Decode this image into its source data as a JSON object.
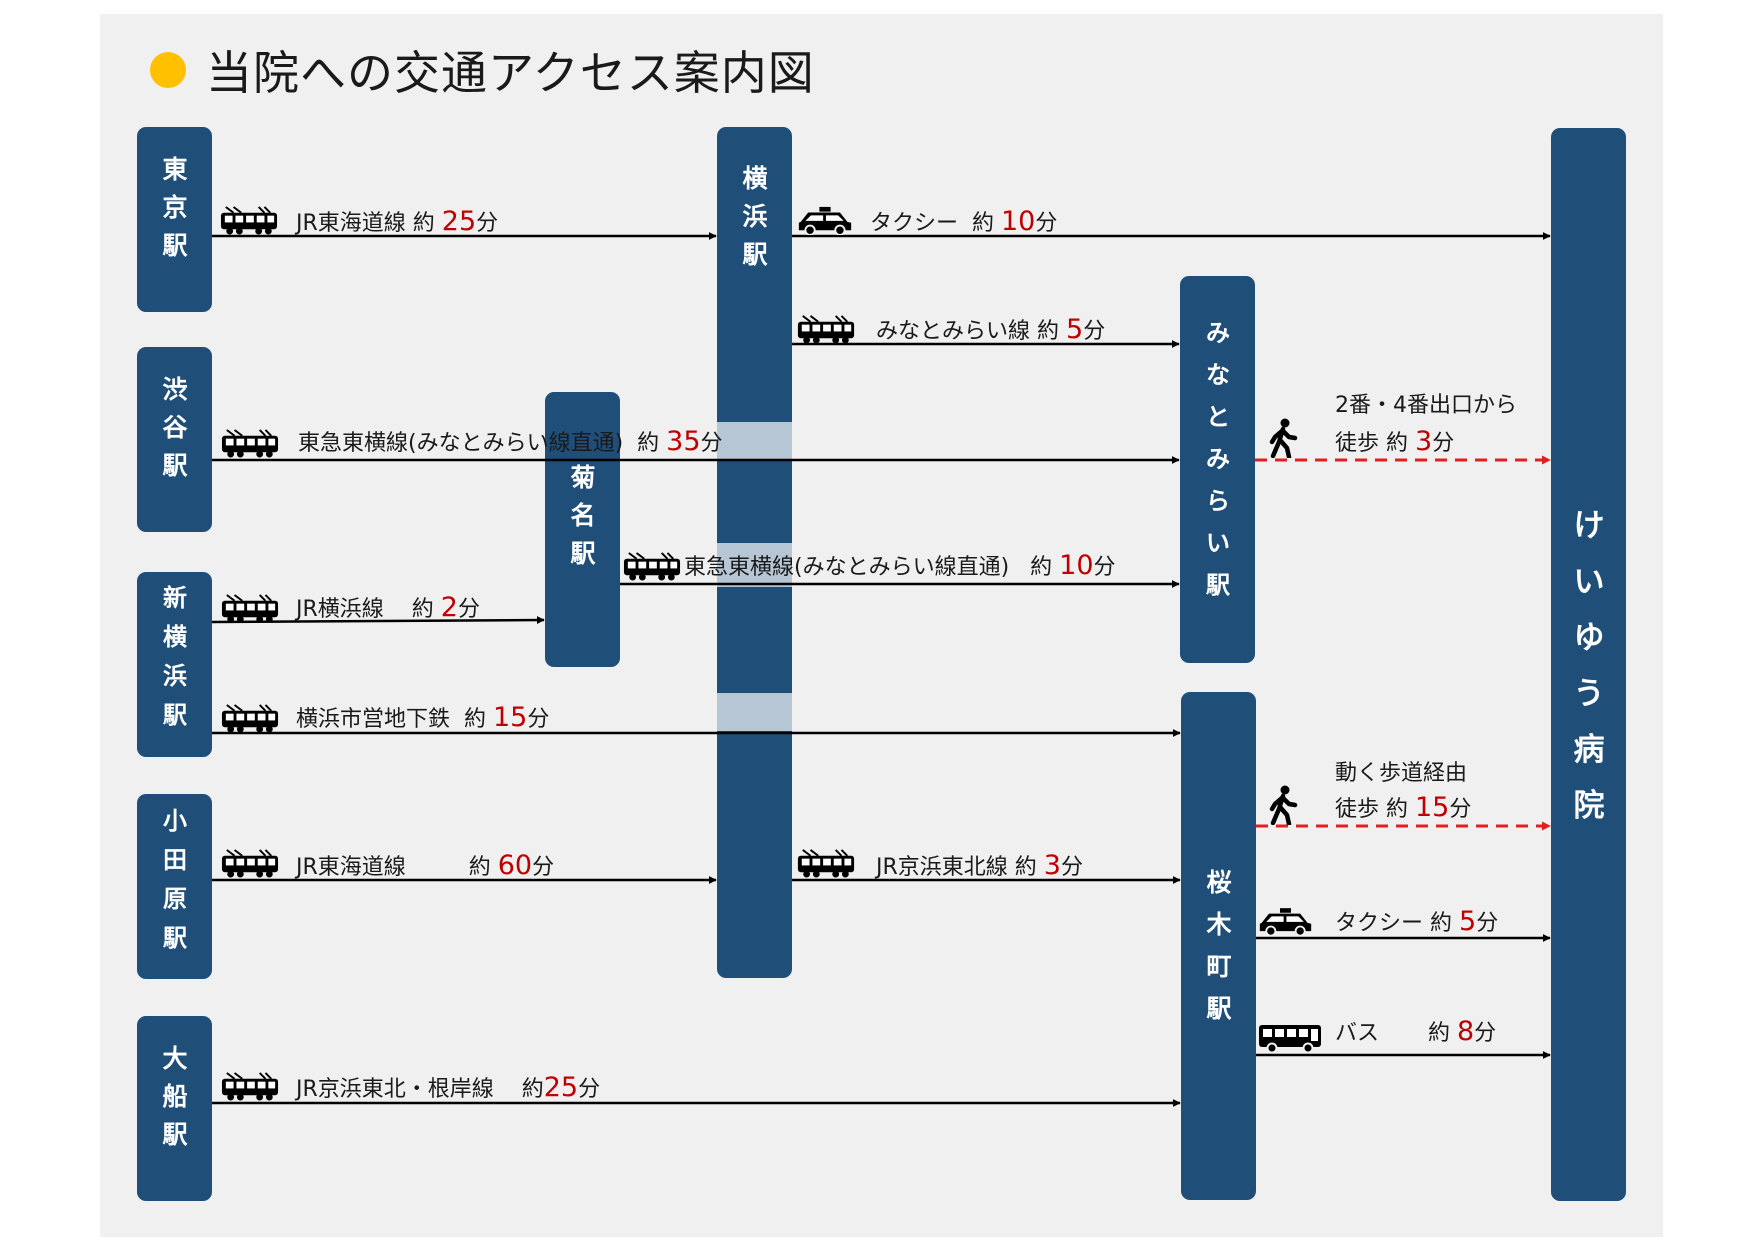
{
  "title": "当院への交通アクセス案内図",
  "colors": {
    "station": "#1f4e79",
    "overlay": "#b6c6d4",
    "walk_arrow": "#e02020",
    "minutes": "#c00000",
    "title_dot": "#ffc000",
    "panel": "#f0f0f0"
  },
  "stations": {
    "tokyo": "東京駅",
    "shibuya": "渋谷駅",
    "shinyokohama": "新横浜駅",
    "odawara": "小田原駅",
    "ofuna": "大船駅",
    "kikuna": "菊名駅",
    "yokohama": "横浜駅",
    "minatomirai": "みなとみらい駅",
    "sakuragicho": "桜木町駅",
    "hospital": "けいゆう病院"
  },
  "routes": [
    {
      "id": "tokyo-yokohama",
      "mode": "train-icon",
      "label": "JR東海道線 約 ",
      "minutes": "25",
      "unit": "分"
    },
    {
      "id": "shibuya-minatomirai",
      "mode": "train-icon",
      "label": "東急東横線(みなとみらい線直通)  約 ",
      "minutes": "35",
      "unit": "分"
    },
    {
      "id": "shinyokohama-kikuna",
      "mode": "train-icon",
      "label": "JR横浜線    約 ",
      "minutes": "2",
      "unit": "分"
    },
    {
      "id": "shinyokohama-sakuragicho",
      "mode": "train-icon",
      "label": "横浜市営地下鉄  約 ",
      "minutes": "15",
      "unit": "分"
    },
    {
      "id": "odawara-yokohama",
      "mode": "train-icon",
      "label": "JR東海道線         約 ",
      "minutes": "60",
      "unit": "分"
    },
    {
      "id": "ofuna-sakuragicho",
      "mode": "train-icon",
      "label": "JR京浜東北・根岸線    約",
      "minutes": "25",
      "unit": "分"
    },
    {
      "id": "kikuna-minatomirai",
      "mode": "train-icon",
      "label": "東急東横線(みなとみらい線直通)   約 ",
      "minutes": "10",
      "unit": "分"
    },
    {
      "id": "yokohama-hospital",
      "mode": "taxi-icon",
      "label": "タクシー  約 ",
      "minutes": "10",
      "unit": "分"
    },
    {
      "id": "yokohama-minatomirai",
      "mode": "train-icon",
      "label": "みなとみらい線 約 ",
      "minutes": "5",
      "unit": "分"
    },
    {
      "id": "yokohama-sakuragicho",
      "mode": "train-icon",
      "label": "JR京浜東北線 約 ",
      "minutes": "3",
      "unit": "分"
    },
    {
      "id": "minatomirai-hospital",
      "mode": "walking-person-icon",
      "note": "2番・4番出口から",
      "label": "徒歩 約 ",
      "minutes": "3",
      "unit": "分"
    },
    {
      "id": "sakuragicho-hospital-walk",
      "mode": "walking-person-icon",
      "note": "動く歩道経由",
      "label": "徒歩 約 ",
      "minutes": "15",
      "unit": "分"
    },
    {
      "id": "sakuragicho-hospital-taxi",
      "mode": "taxi-icon",
      "label": "タクシー 約 ",
      "minutes": "5",
      "unit": "分"
    },
    {
      "id": "sakuragicho-hospital-bus",
      "mode": "bus-icon",
      "label": "バス       約 ",
      "minutes": "8",
      "unit": "分"
    }
  ]
}
